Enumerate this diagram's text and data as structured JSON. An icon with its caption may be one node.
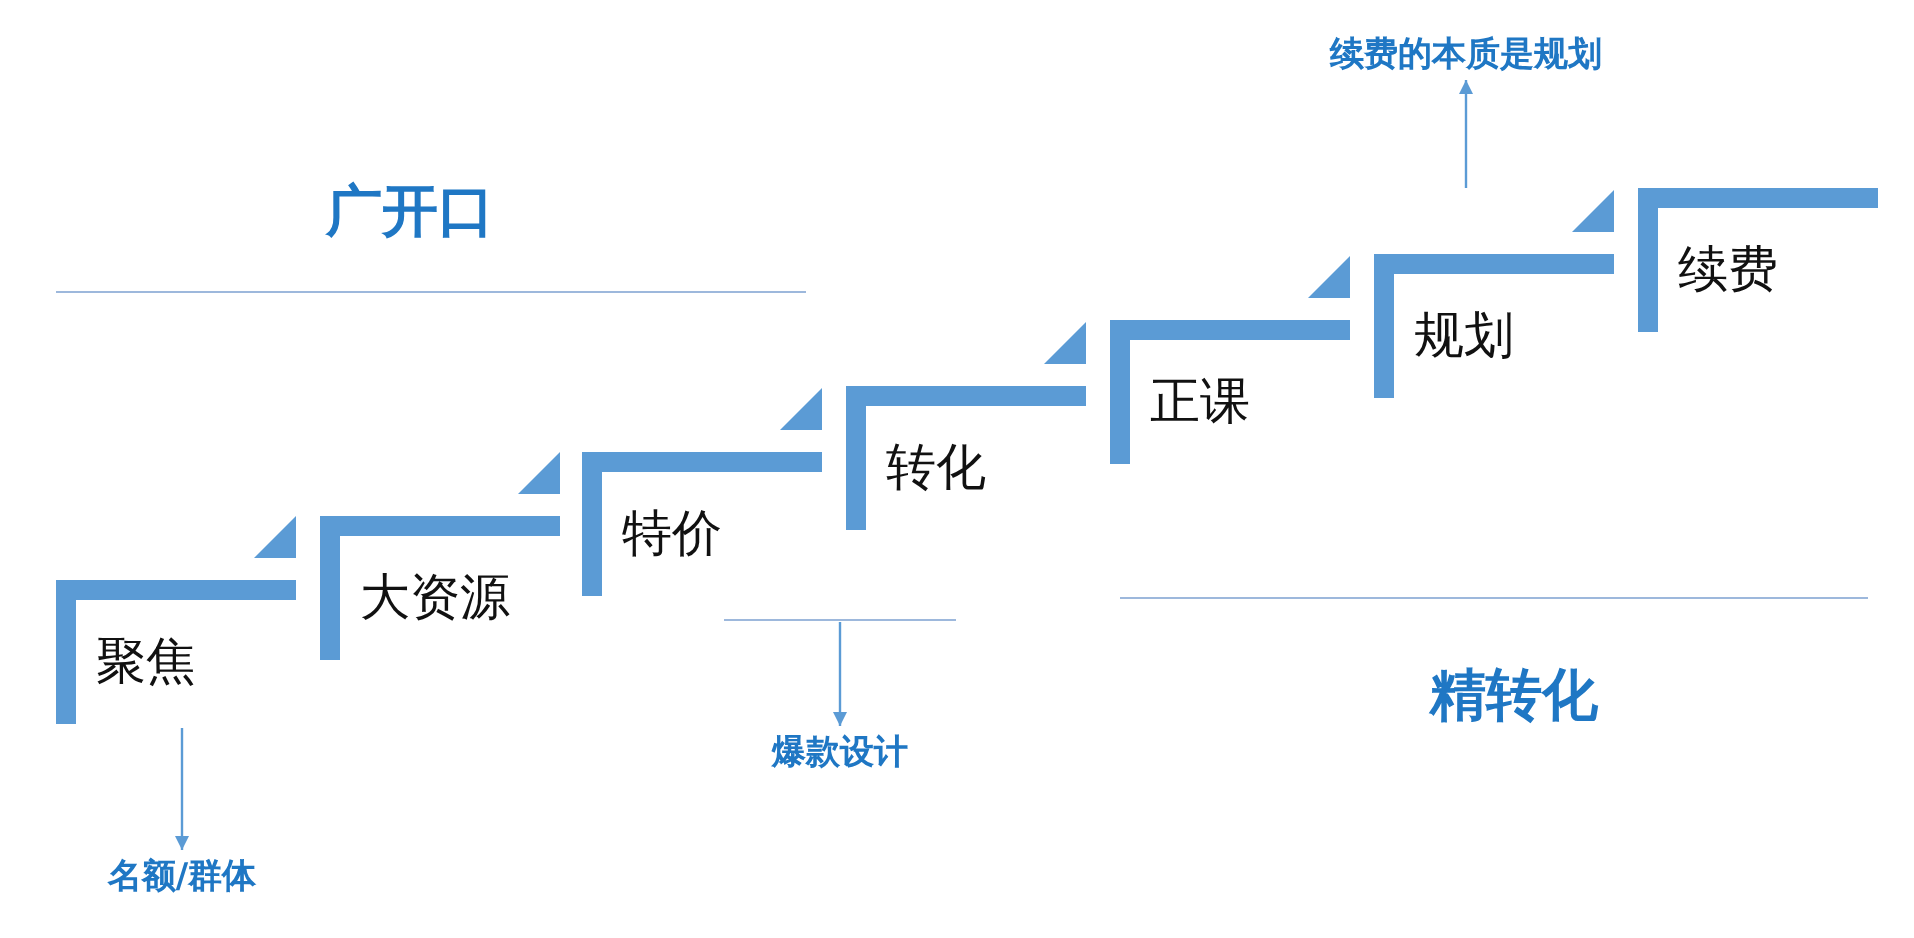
{
  "diagram": {
    "nodes": [
      {
        "text": [
          "聚焦"
        ]
      },
      {
        "text": [
          "大资源"
        ]
      },
      {
        "text": [
          "特价"
        ]
      },
      {
        "text": [
          "转化"
        ]
      },
      {
        "text": [
          "正课"
        ]
      },
      {
        "text": [
          "规划"
        ]
      },
      {
        "text": [
          "续费"
        ]
      },
      {
        "text": [
          "名额/群体"
        ]
      },
      {
        "text": [
          "爆款设计"
        ]
      },
      {
        "text": [
          "续费的本质是规划"
        ]
      }
    ],
    "edges": [
      {
        "from": 0,
        "to": 7,
        "arrow": "to"
      },
      {
        "from": null,
        "to": 8,
        "arrow": "to"
      },
      {
        "from": 5,
        "to": 9,
        "arrow": "to"
      }
    ],
    "labels": [
      "广开口",
      "精转化"
    ]
  }
}
